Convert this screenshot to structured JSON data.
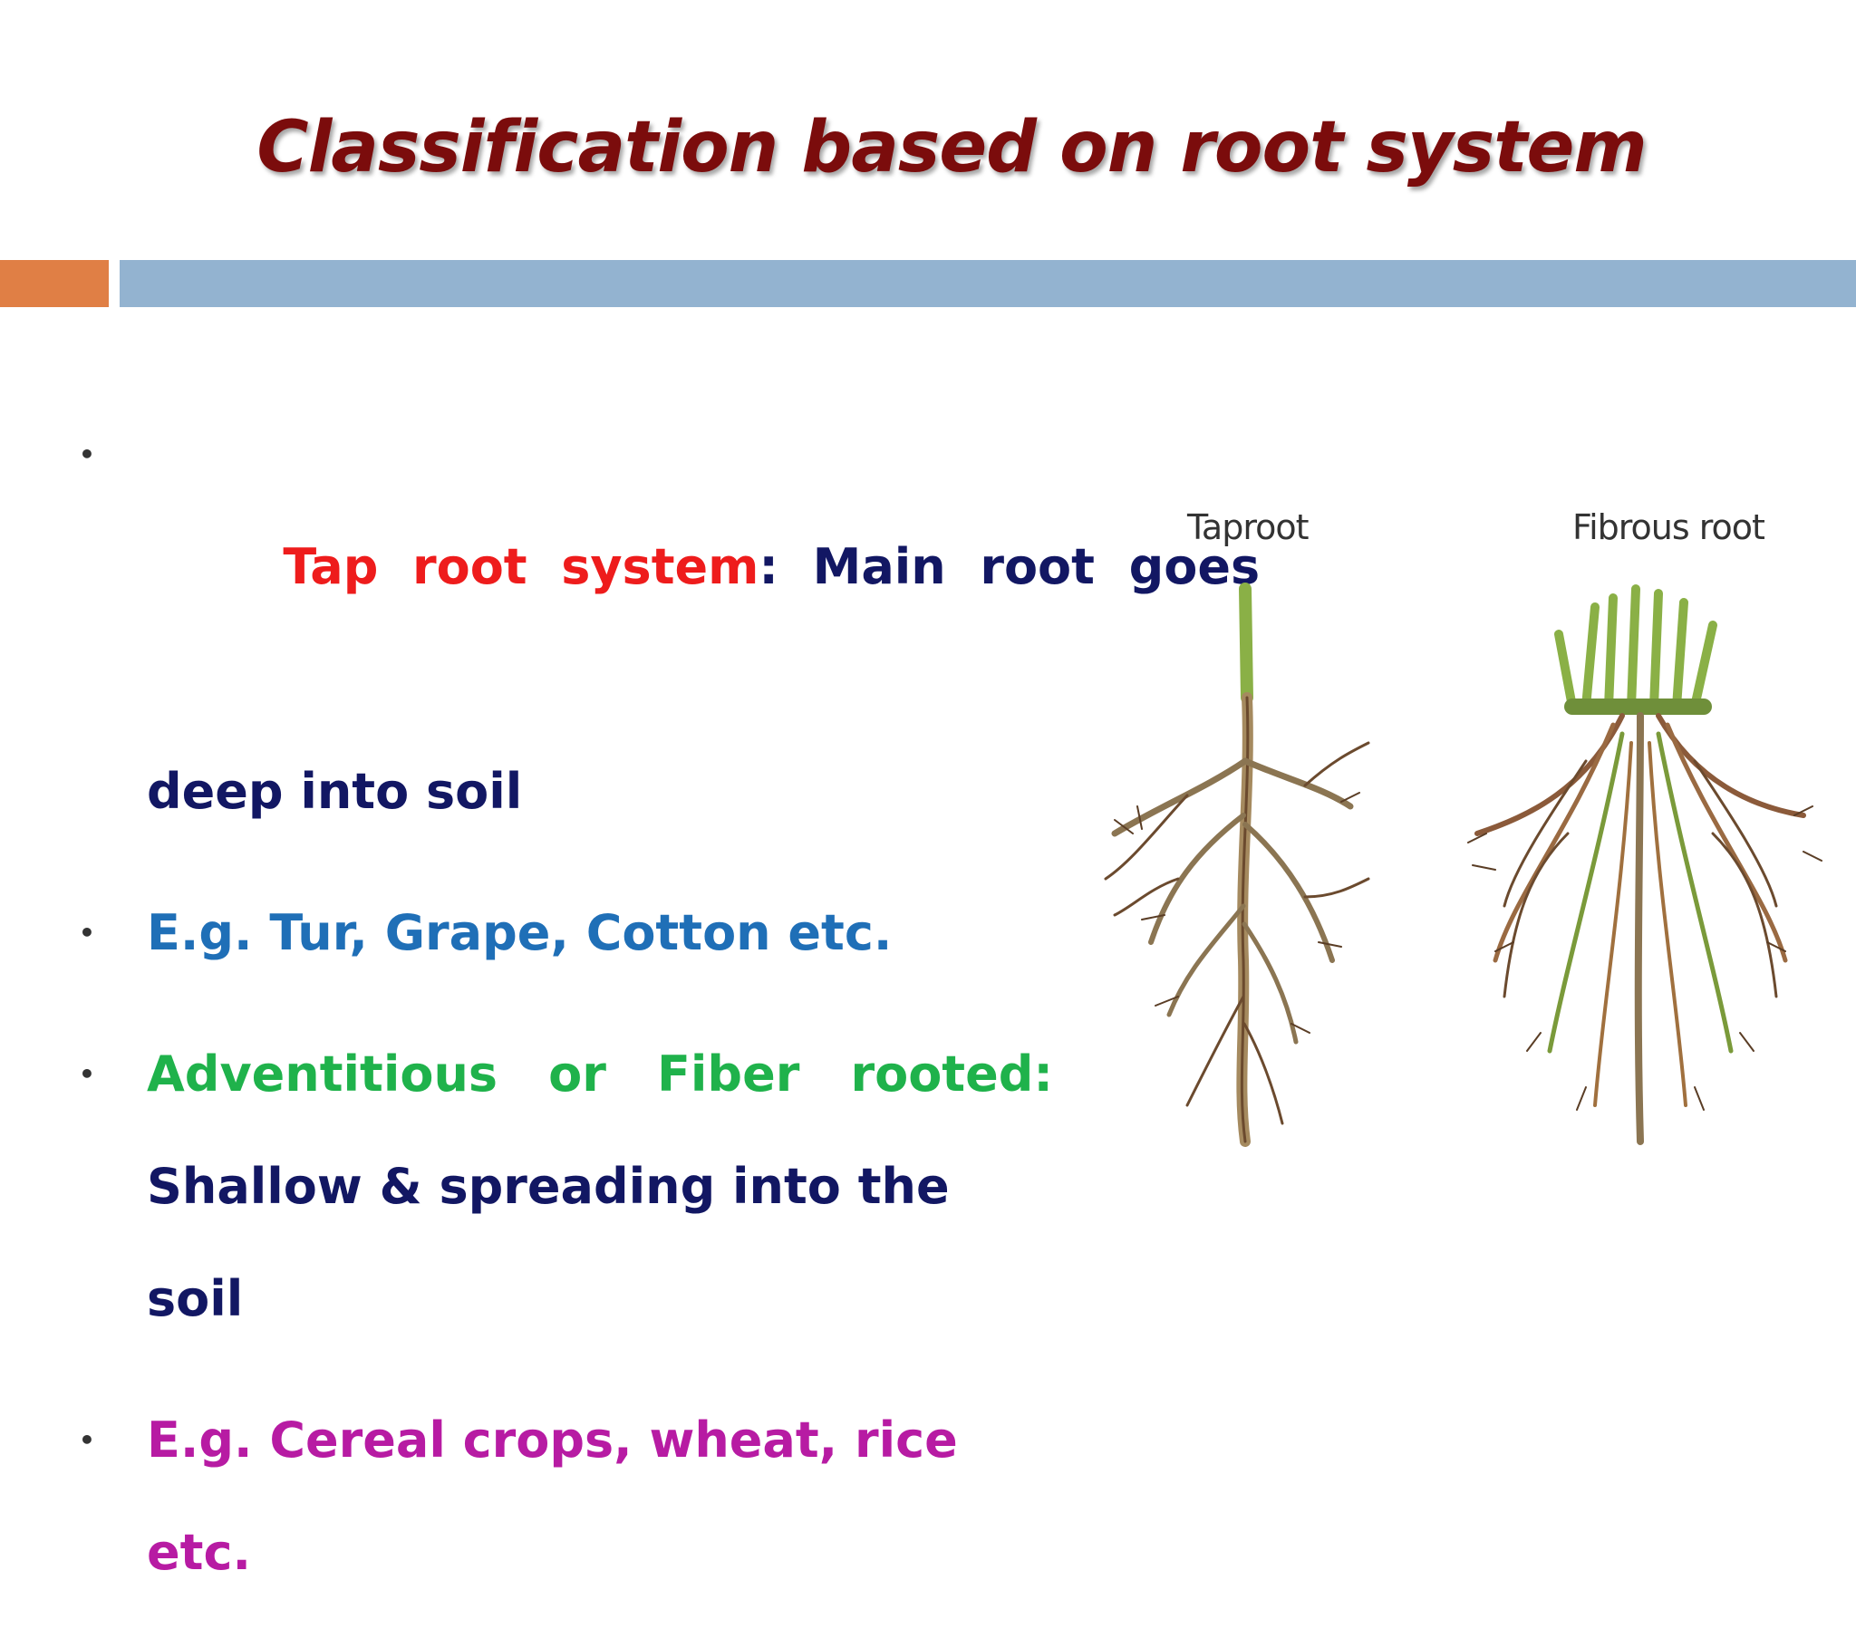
{
  "slide": {
    "title": "Classification based on root system"
  },
  "bullets": [
    {
      "parts": [
        {
          "text": "Tap  root  system",
          "color": "#ee1c1c"
        },
        {
          "text": ":  Main  root  goes",
          "color": "#121763"
        }
      ],
      "continuation": "deep into soil",
      "continuation_color": "#121763"
    },
    {
      "text": "E.g. Tur, Grape, Cotton etc.",
      "color": "#1f6fb7"
    },
    {
      "line1_words": [
        "Adventitious",
        "or",
        "Fiber",
        "rooted:"
      ],
      "line1_color": "#1fb24b",
      "continuation": "Shallow & spreading into the soil",
      "continuation_color": "#121763"
    },
    {
      "text": "E.g. Cereal crops, wheat, rice etc.",
      "color": "#b71ba3"
    }
  ],
  "figure": {
    "taproot_label": "Taproot",
    "fibrous_label": "Fibrous root"
  },
  "colors": {
    "title": "#7b0c0c",
    "accent_orange": "#e07f45",
    "accent_blue": "#93b3d0",
    "root_brown": "#6b4a2e",
    "root_green": "#8ab046"
  }
}
